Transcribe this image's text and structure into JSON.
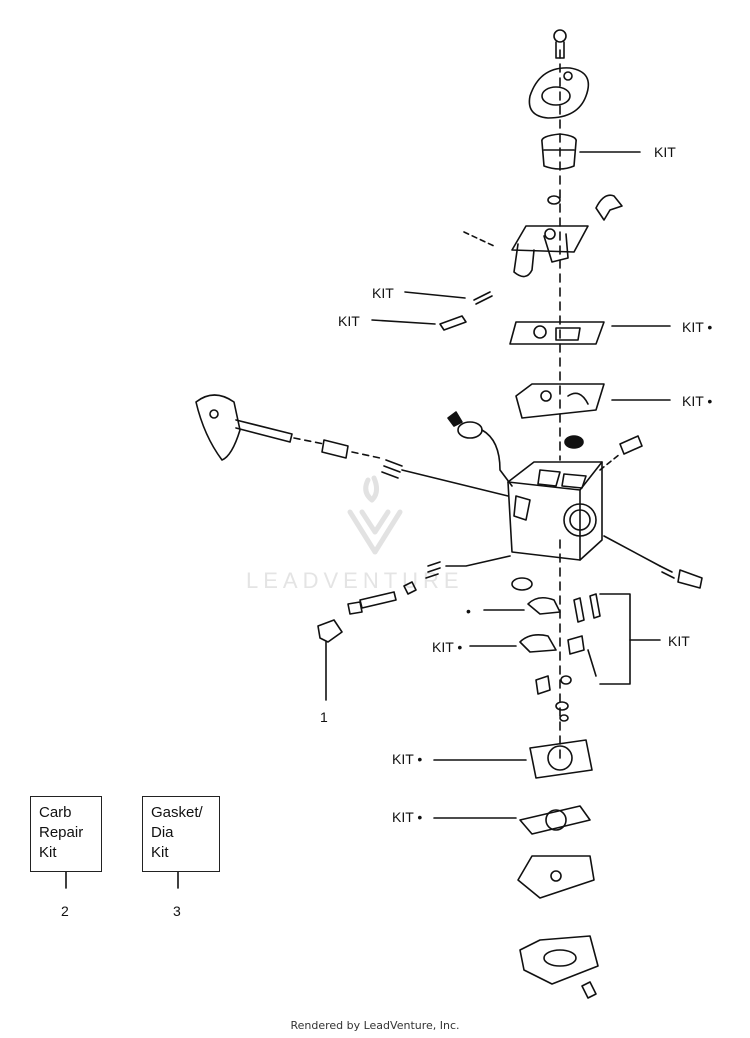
{
  "labels": {
    "kit_top": "KIT",
    "kit_left_upper": "KIT",
    "kit_left_lower": "KIT",
    "kit_gasket_1": "KIT •",
    "kit_gasket_2": "KIT •",
    "kit_left_mid": "KIT •",
    "kit_right_mid": "KIT",
    "kit_left_3": "KIT •",
    "kit_left_4": "KIT •",
    "callout_1": "1",
    "callout_2": "2",
    "callout_3": "3",
    "bullet": "•"
  },
  "boxes": {
    "carb_repair": [
      "Carb",
      "Repair",
      "Kit"
    ],
    "gasket_dia": [
      "Gasket/",
      "Dia",
      "Kit"
    ]
  },
  "watermark": "LEADVENTURE",
  "footer": "Rendered by LeadVenture, Inc."
}
